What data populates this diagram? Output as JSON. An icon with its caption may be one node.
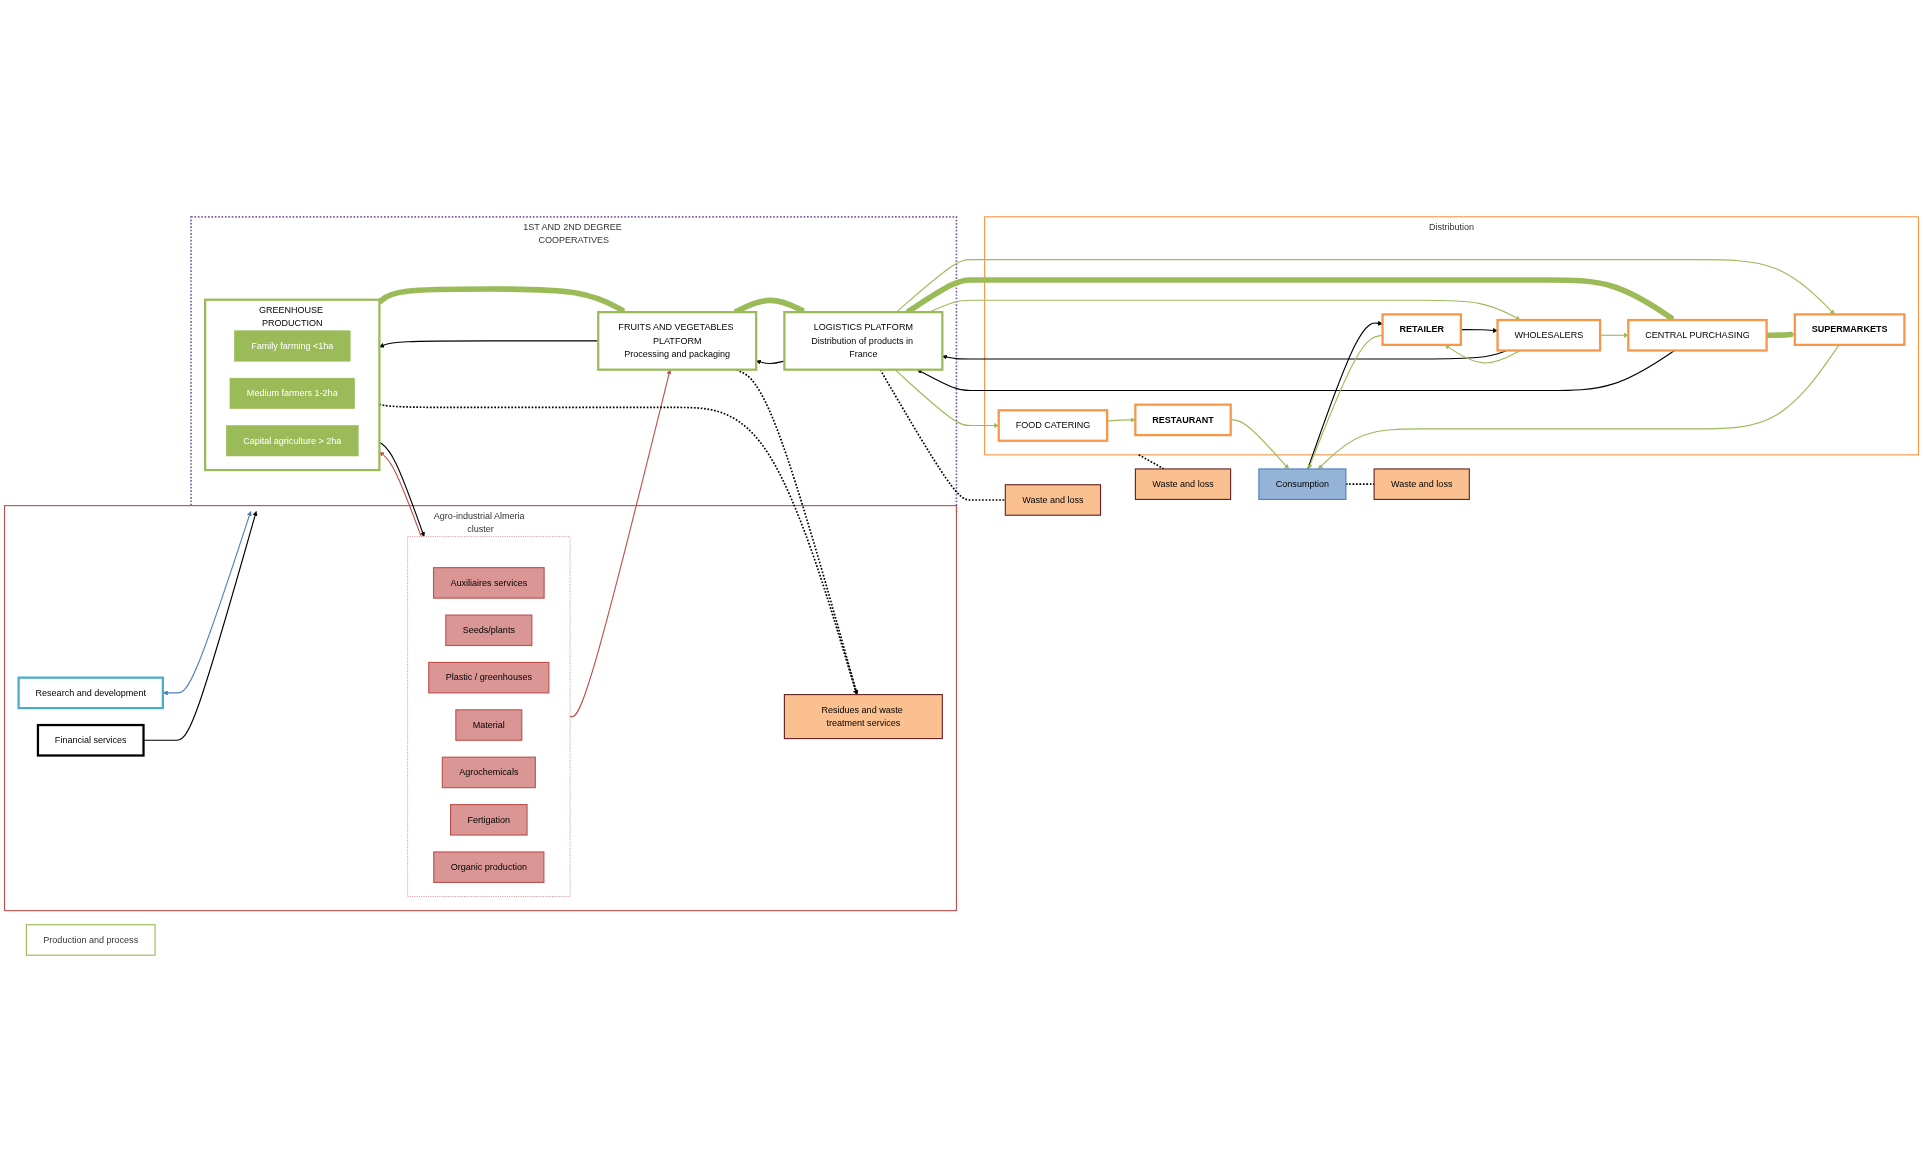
{
  "diagram": {
    "nodes": [
      {
        "text": [
          "Agro-industrial Almeria cluster"
        ]
      },
      {
        "text": [
          "Research and development"
        ],
        "in": 0
      },
      {
        "text": [
          "Financial services"
        ],
        "in": 0
      },
      {
        "text": [],
        "shape": "box",
        "in": 0
      },
      {
        "text": [
          "Auxiliaires services"
        ],
        "in": 3
      },
      {
        "text": [
          "Seeds/plants"
        ],
        "in": 3
      },
      {
        "text": [
          "Plastic / greenhouses"
        ],
        "in": 3
      },
      {
        "text": [
          "Material"
        ],
        "in": 3
      },
      {
        "text": [
          "Agrochemicals"
        ],
        "in": 3
      },
      {
        "text": [
          "Fertigation"
        ],
        "in": 3
      },
      {
        "text": [
          "Organic production"
        ],
        "in": 3
      },
      {
        "text": [
          "Residues and waste treatment services"
        ],
        "in": 0
      },
      {
        "text": [
          "Production and process"
        ]
      },
      {
        "text": [
          "1ST AND 2ND DEGREE COOPERATIVES"
        ]
      },
      {
        "text": [
          "GREENHOUSE PRODUCTION"
        ],
        "in": 13
      },
      {
        "text": [
          "Family farming <1ha"
        ],
        "in": 14
      },
      {
        "text": [
          "Medium farmers 1-2ha"
        ],
        "in": 14
      },
      {
        "text": [
          "Capital agriculture > 2ha"
        ],
        "in": 14
      },
      {
        "text": [
          "FRUITS AND VEGETABLES PLATFORM",
          "Processing and packaging"
        ],
        "in": 13
      },
      {
        "text": [
          "LOGISTICS PLATFORM",
          "Distribution of products in France"
        ],
        "in": 13
      },
      {
        "text": [
          "Distribution"
        ]
      },
      {
        "text": [
          "FOOD CATERING"
        ],
        "in": 20
      },
      {
        "text": [
          "WHOLESALERS"
        ],
        "in": 20
      },
      {
        "text": [
          "CENTRAL PURCHASING"
        ],
        "in": 20
      },
      {
        "text": [
          "RESTAURANT"
        ],
        "in": 20
      },
      {
        "text": [
          "RETAILER"
        ],
        "in": 20
      },
      {
        "text": [
          "SUPERMARKETS"
        ],
        "in": 20
      },
      {
        "text": [
          "Consumption"
        ]
      },
      {
        "text": [
          "Waste and loss"
        ]
      },
      {
        "text": [
          "Waste and loss"
        ]
      },
      {
        "text": [
          "Waste and loss"
        ]
      }
    ],
    "edges": [
      {
        "from": 1,
        "to": 13,
        "arrow": "both",
        "color": "#4a7ebb"
      },
      {
        "from": 2,
        "to": 13,
        "arrow": "to",
        "color": "#000000"
      },
      {
        "from": 14,
        "to": 3,
        "arrow": "to",
        "color": "#000000"
      },
      {
        "from": 3,
        "to": 14,
        "arrow": "to",
        "color": "#c0504d"
      },
      {
        "from": 3,
        "to": 18,
        "arrow": "to",
        "color": "#c0504d"
      },
      {
        "from": 18,
        "to": 14,
        "arrow": "to",
        "color": "#000000"
      },
      {
        "from": 14,
        "to": 18,
        "arrow": "to",
        "style": "thick",
        "color": "#9bbb59"
      },
      {
        "from": 19,
        "to": 18,
        "arrow": "to",
        "color": "#000000"
      },
      {
        "from": 18,
        "to": 19,
        "arrow": "to",
        "style": "thick",
        "color": "#9bbb59"
      },
      {
        "from": 22,
        "to": 19,
        "arrow": "to",
        "color": "#000000"
      },
      {
        "from": 23,
        "to": 19,
        "arrow": "to",
        "color": "#000000"
      },
      {
        "from": 19,
        "to": 21,
        "arrow": "to",
        "color": "#9bbb59"
      },
      {
        "from": 19,
        "to": 22,
        "arrow": "to",
        "color": "#9bbb59"
      },
      {
        "from": 19,
        "to": 23,
        "arrow": "to",
        "style": "thick",
        "color": "#9bbb59"
      },
      {
        "from": 19,
        "to": 26,
        "arrow": "to",
        "color": "#9bbb59"
      },
      {
        "from": 22,
        "to": 23,
        "arrow": "to",
        "color": "#9bbb59"
      },
      {
        "from": 21,
        "to": 24,
        "arrow": "to",
        "color": "#9bbb59"
      },
      {
        "from": 22,
        "to": 25,
        "arrow": "to",
        "color": "#9bbb59"
      },
      {
        "from": 23,
        "to": 26,
        "arrow": "to",
        "style": "thick",
        "color": "#9bbb59"
      },
      {
        "from": 25,
        "to": 22,
        "arrow": "to",
        "color": "#000000"
      },
      {
        "from": 27,
        "to": 25,
        "arrow": "to",
        "color": "#000000"
      },
      {
        "from": 24,
        "to": 27,
        "arrow": "to",
        "color": "#9bbb59"
      },
      {
        "from": 25,
        "to": 27,
        "arrow": "to",
        "color": "#9bbb59"
      },
      {
        "from": 26,
        "to": 27,
        "arrow": "to",
        "color": "#9bbb59"
      },
      {
        "from": 14,
        "to": 11,
        "arrow": "to",
        "style": "dashed",
        "color": "#000000"
      },
      {
        "from": 18,
        "to": 11,
        "arrow": "to",
        "style": "dashed",
        "color": "#000000"
      },
      {
        "from": 19,
        "to": 28,
        "arrow": "none",
        "style": "dashed",
        "color": "#000000"
      },
      {
        "from": 20,
        "to": 29,
        "arrow": "none",
        "style": "dashed",
        "color": "#000000"
      },
      {
        "from": 27,
        "to": 30,
        "arrow": "none",
        "style": "dashed",
        "color": "#000000"
      }
    ]
  }
}
